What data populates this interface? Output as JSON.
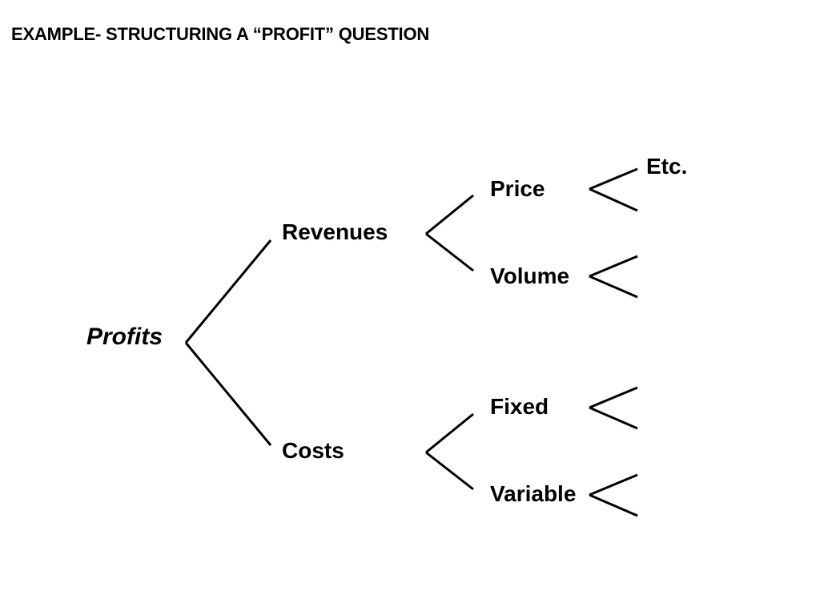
{
  "slide": {
    "title": "EXAMPLE- STRUCTURING A “PROFIT” QUESTION"
  },
  "tree": {
    "root": "Profits",
    "level1": {
      "revenues": "Revenues",
      "costs": "Costs"
    },
    "level2": {
      "price": "Price",
      "volume": "Volume",
      "fixed": "Fixed",
      "variable": "Variable"
    },
    "level3": {
      "etc": "Etc."
    }
  }
}
